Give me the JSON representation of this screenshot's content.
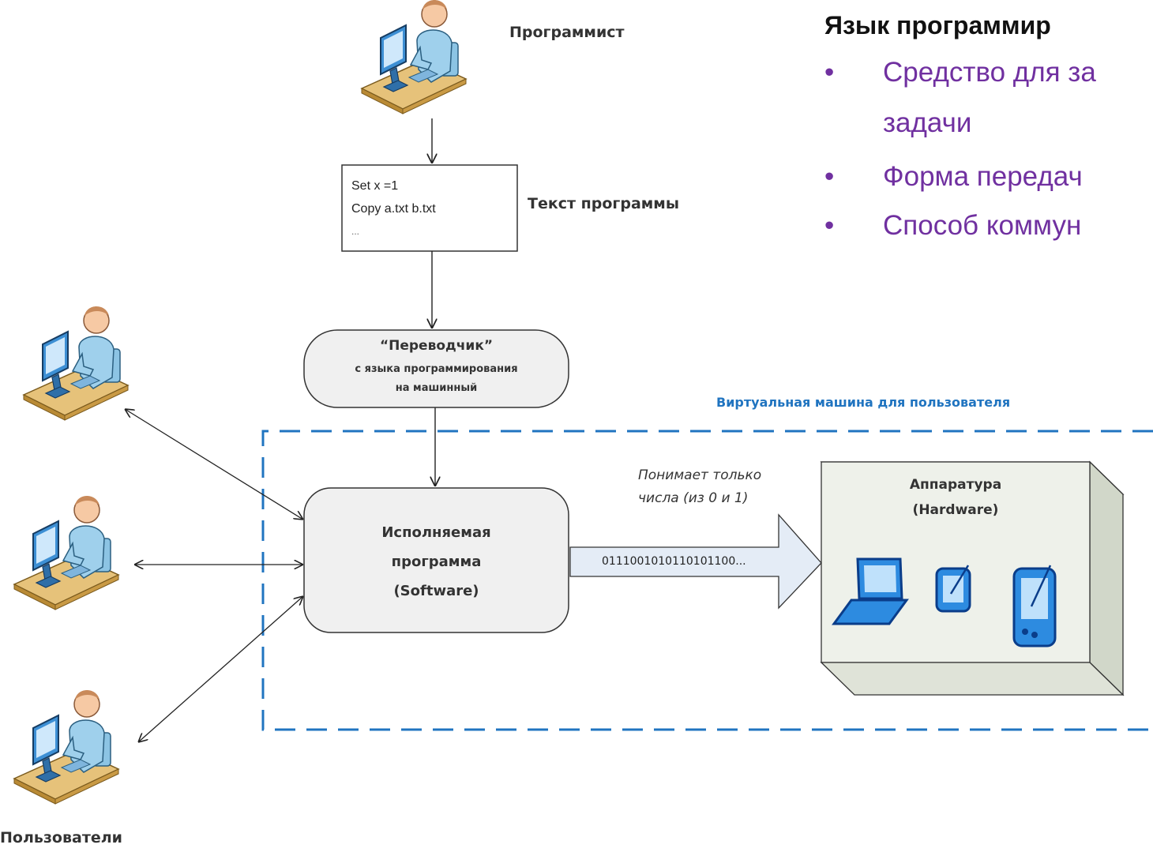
{
  "side_panel": {
    "title": "Язык программир",
    "bullets": [
      {
        "marker": "•",
        "text": "Средство для за"
      },
      {
        "marker": "",
        "text": "задачи"
      },
      {
        "marker": "•",
        "text": "Форма передач"
      },
      {
        "marker": "•",
        "text": "Способ коммун"
      }
    ]
  },
  "programmer": {
    "label": "Программист",
    "icon": "workstation-user-icon"
  },
  "program_text": {
    "label": "Текст программы",
    "lines": [
      "Set x =1",
      "Copy a.txt b.txt",
      "..."
    ]
  },
  "translator": {
    "title": "“Переводчик”",
    "line1": "с языка программирования",
    "line2": "на машинный"
  },
  "virtual_machine": {
    "label": "Виртуальная машина для пользователя",
    "border_color": "#2074c0"
  },
  "executable": {
    "line1": "Исполняемая",
    "line2": "программа",
    "line3": "(Software)"
  },
  "signal": {
    "note_line1": "Понимает только",
    "note_line2": "числа (из 0 и 1)",
    "binary": "0111001010110101100..."
  },
  "hardware": {
    "line1": "Аппаратура",
    "line2": "(Hardware)",
    "devices": [
      "laptop-icon",
      "tablet-icon",
      "pda-icon"
    ]
  },
  "users": {
    "label": "Пользователи",
    "count": 3,
    "icon": "workstation-user-icon"
  },
  "colors": {
    "accent_blue": "#2074c0",
    "bullet_purple": "#7030a0",
    "box_fill": "#f0f0f0",
    "hw_fill": "#eef1ea",
    "arrow_fill": "#e4ecf6"
  }
}
